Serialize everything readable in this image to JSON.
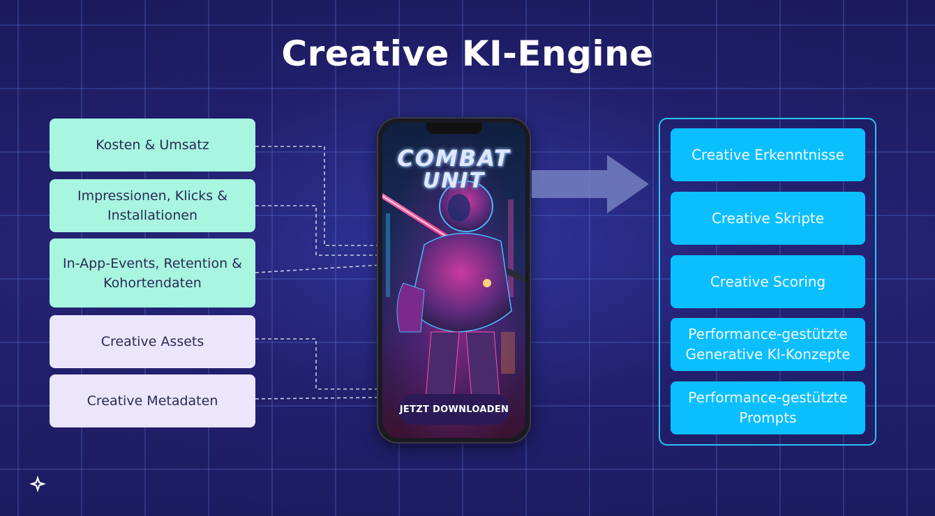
{
  "title": "Creative KI-Engine",
  "inputs": [
    {
      "label": "Kosten & Umsatz",
      "color": "#a8f5e0"
    },
    {
      "label": "Impressionen, Klicks & Installationen",
      "color": "#a8f5e0"
    },
    {
      "label": "In-App-Events, Retention & Kohortendaten",
      "color": "#a8f5e0"
    },
    {
      "label": "Creative Assets",
      "color": "#ebe6fb"
    },
    {
      "label": "Creative Metadaten",
      "color": "#ebe6fb"
    }
  ],
  "phone": {
    "game_title_line1": "COMBAT",
    "game_title_line2": "UNIT",
    "cta_label": "JETZT DOWNLOADEN"
  },
  "outputs": [
    {
      "label": "Creative Erkenntnisse"
    },
    {
      "label": "Creative Skripte"
    },
    {
      "label": "Creative Scoring"
    },
    {
      "label": "Performance-gestützte Generative KI-Konzepte"
    },
    {
      "label": "Performance-gestützte Prompts"
    }
  ],
  "colors": {
    "background": "#1f1c63",
    "output_accent": "#0bbfff",
    "panel_border": "#2bc4f0",
    "input_green": "#a8f5e0",
    "input_lavender": "#ebe6fb"
  },
  "icons": {
    "logo": "sparkle-logo-icon",
    "arrow": "right-arrow-icon"
  }
}
